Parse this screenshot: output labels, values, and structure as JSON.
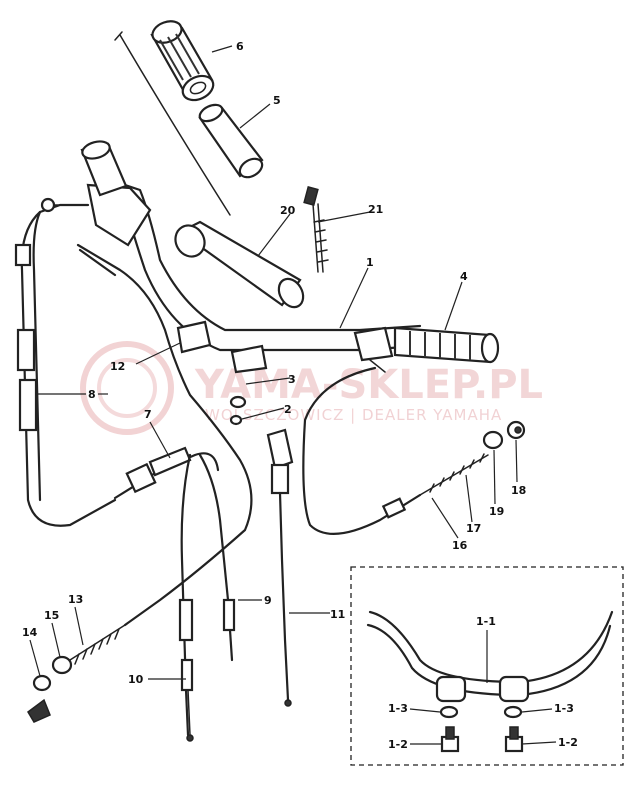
{
  "labels": {
    "p1": "1",
    "p2": "2",
    "p3": "3",
    "p4": "4",
    "p5": "5",
    "p6": "6",
    "p7": "7",
    "p8": "8",
    "p9": "9",
    "p10": "10",
    "p11": "11",
    "p12": "12",
    "p13": "13",
    "p14": "14",
    "p15": "15",
    "p16": "16",
    "p17": "17",
    "p18": "18",
    "p19": "19",
    "p20": "20",
    "p21": "21",
    "inset_1_1": "1-1",
    "inset_1_2_left": "1-2",
    "inset_1_2_right": "1-2",
    "inset_1_3_left": "1-3",
    "inset_1_3_right": "1-3"
  },
  "watermark": {
    "title": "YAMA-SKLEP.PL",
    "subtitle": "WOLSZCZOWICZ | DEALER YAMAHA"
  },
  "colors": {
    "line": "#222222",
    "watermark": "#e9b5b8",
    "background": "#ffffff"
  }
}
